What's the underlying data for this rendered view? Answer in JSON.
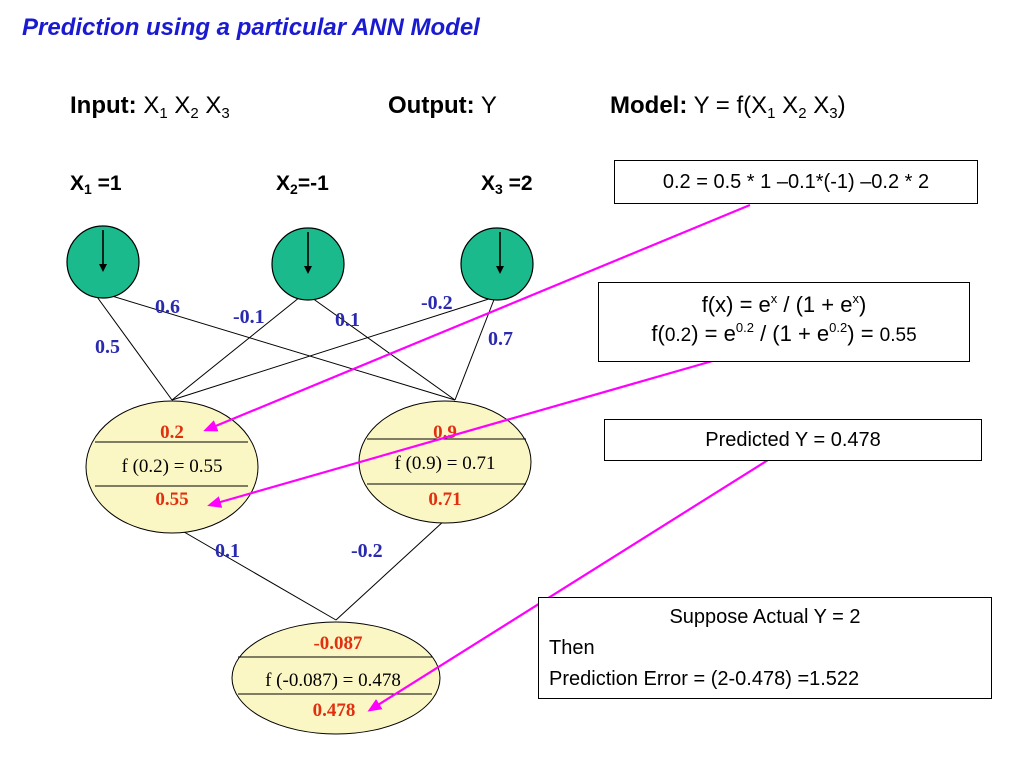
{
  "title": "Prediction using a particular ANN Model",
  "header": {
    "input_label": "Input:",
    "input_x": "X",
    "output_label": "Output:",
    "output_value": "Y",
    "model_label": "Model:",
    "model_prefix": "Y = f(X",
    "model_x": "X",
    "model_close": ")",
    "sub1": "1",
    "sub2": "2",
    "sub3": "3"
  },
  "inputs": {
    "x1_name": "X",
    "x1_sub": "1",
    "x1_val": " =1",
    "x2_name": "X",
    "x2_sub": "2",
    "x2_val": "=-1",
    "x3_name": "X",
    "x3_sub": "3",
    "x3_val": " =2"
  },
  "weights": {
    "w_06": "0.6",
    "w_05": "0.5",
    "w_m01": "-0.1",
    "w_01": "0.1",
    "w_m02": "-0.2",
    "w_07": "0.7",
    "w_h1_out": "0.1",
    "w_h2_out": "-0.2"
  },
  "hidden1": {
    "sum": "0.2",
    "func": "f (0.2) = 0.55",
    "out": "0.55"
  },
  "hidden2": {
    "sum": "0.9",
    "func": "f (0.9) = 0.71",
    "out": "0.71"
  },
  "output_node": {
    "sum": "-0.087",
    "func": "f (-0.087) = 0.478",
    "out": "0.478"
  },
  "boxes": {
    "calc": "0.2 = 0.5 * 1 –0.1*(-1) –0.2 * 2",
    "fx_a": "f(x) = e",
    "fx_b": " / (1 + e",
    "fx_c": ")",
    "x_sup": "x",
    "f02_a": "f(",
    "f02_b": "0.2",
    "f02_c": ") = e",
    "f02_d": " / (1 + e",
    "f02_e": ") = ",
    "f02_f": "0.55",
    "sup02": "0.2",
    "predicted": "Predicted Y = 0.478",
    "actual_line1": "Suppose Actual Y = 2",
    "actual_line2": "Then",
    "actual_line3": "Prediction Error = (2-0.478) =1.522"
  },
  "colors": {
    "title": "#1a1ad0",
    "weight": "#2a2ab0",
    "node_in": "#1aba8c",
    "node_hidden": "#fbf7c4",
    "value_red": "#e03010",
    "arrow": "#ff00ff"
  }
}
